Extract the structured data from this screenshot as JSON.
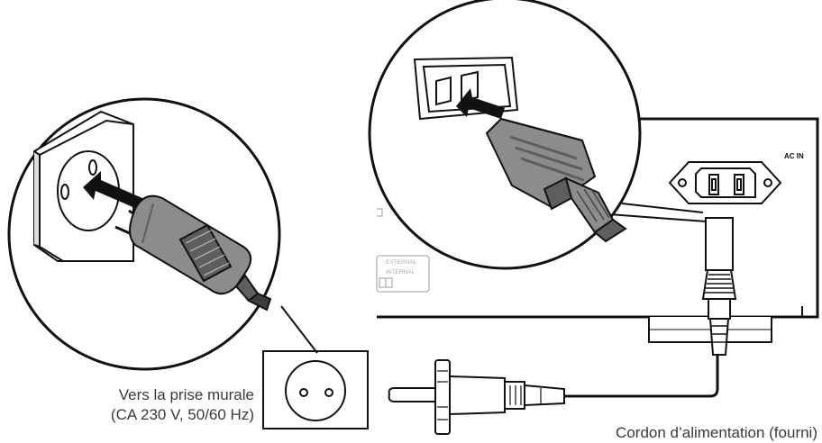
{
  "labels": {
    "wall_outlet_line1": "Vers la prise murale",
    "wall_outlet_line2": "(CA 230 V, 50/60 Hz)",
    "power_cord": "Cordon d’alimentation (fourni)",
    "ac_in": "AC IN",
    "switch_external": "EXTERNAL",
    "switch_internal": "INTERNAL"
  },
  "colors": {
    "line": "#111111",
    "plug_fill": "#8c8c8c",
    "plug_dark": "#5e5e5e",
    "arrow": "#111111",
    "faint": "#bbbbbb",
    "text": "#3a3a3a"
  }
}
